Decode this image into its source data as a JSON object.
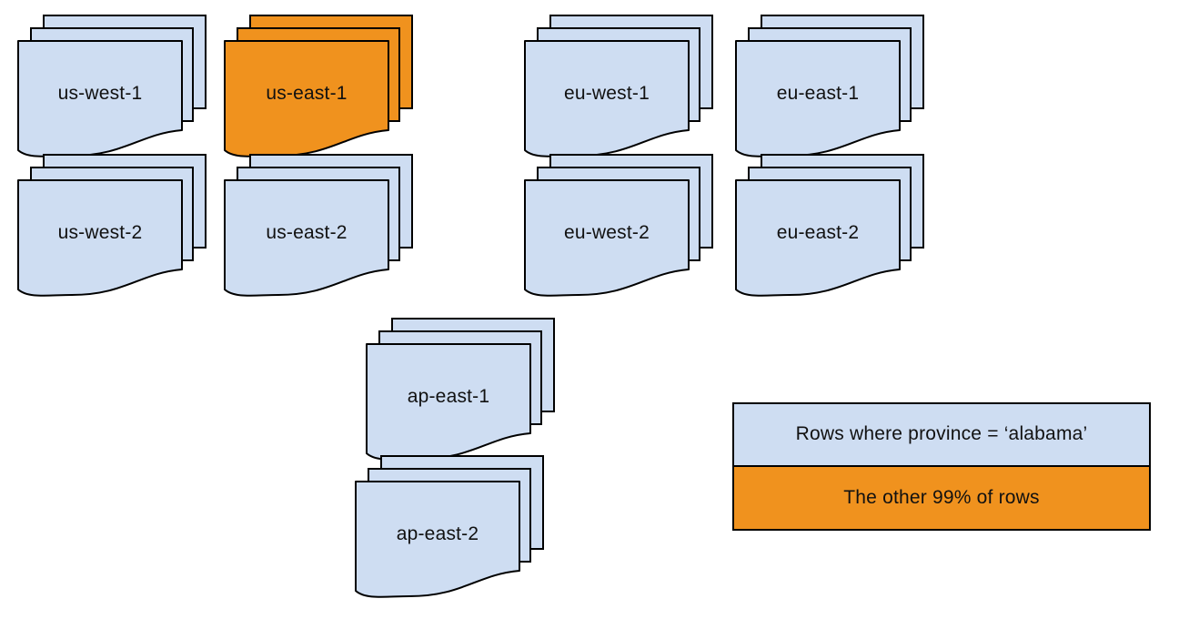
{
  "diagram": {
    "stacks": [
      {
        "label": "us-west-1",
        "variant": "blue"
      },
      {
        "label": "us-east-1",
        "variant": "orange"
      },
      {
        "label": "eu-west-1",
        "variant": "blue"
      },
      {
        "label": "eu-east-1",
        "variant": "blue"
      },
      {
        "label": "us-west-2",
        "variant": "blue"
      },
      {
        "label": "us-east-2",
        "variant": "blue"
      },
      {
        "label": "eu-west-2",
        "variant": "blue"
      },
      {
        "label": "eu-east-2",
        "variant": "blue"
      },
      {
        "label": "ap-east-1",
        "variant": "blue"
      },
      {
        "label": "ap-east-2",
        "variant": "blue"
      }
    ],
    "legend": {
      "items": [
        {
          "label": "Rows where province = ‘alabama’",
          "color": "#CEDDF2"
        },
        {
          "label": "The other 99% of rows",
          "color": "#F0921E"
        }
      ]
    },
    "colors": {
      "blue": "#CEDDF2",
      "orange": "#F0921E",
      "outline": "#000000"
    }
  }
}
